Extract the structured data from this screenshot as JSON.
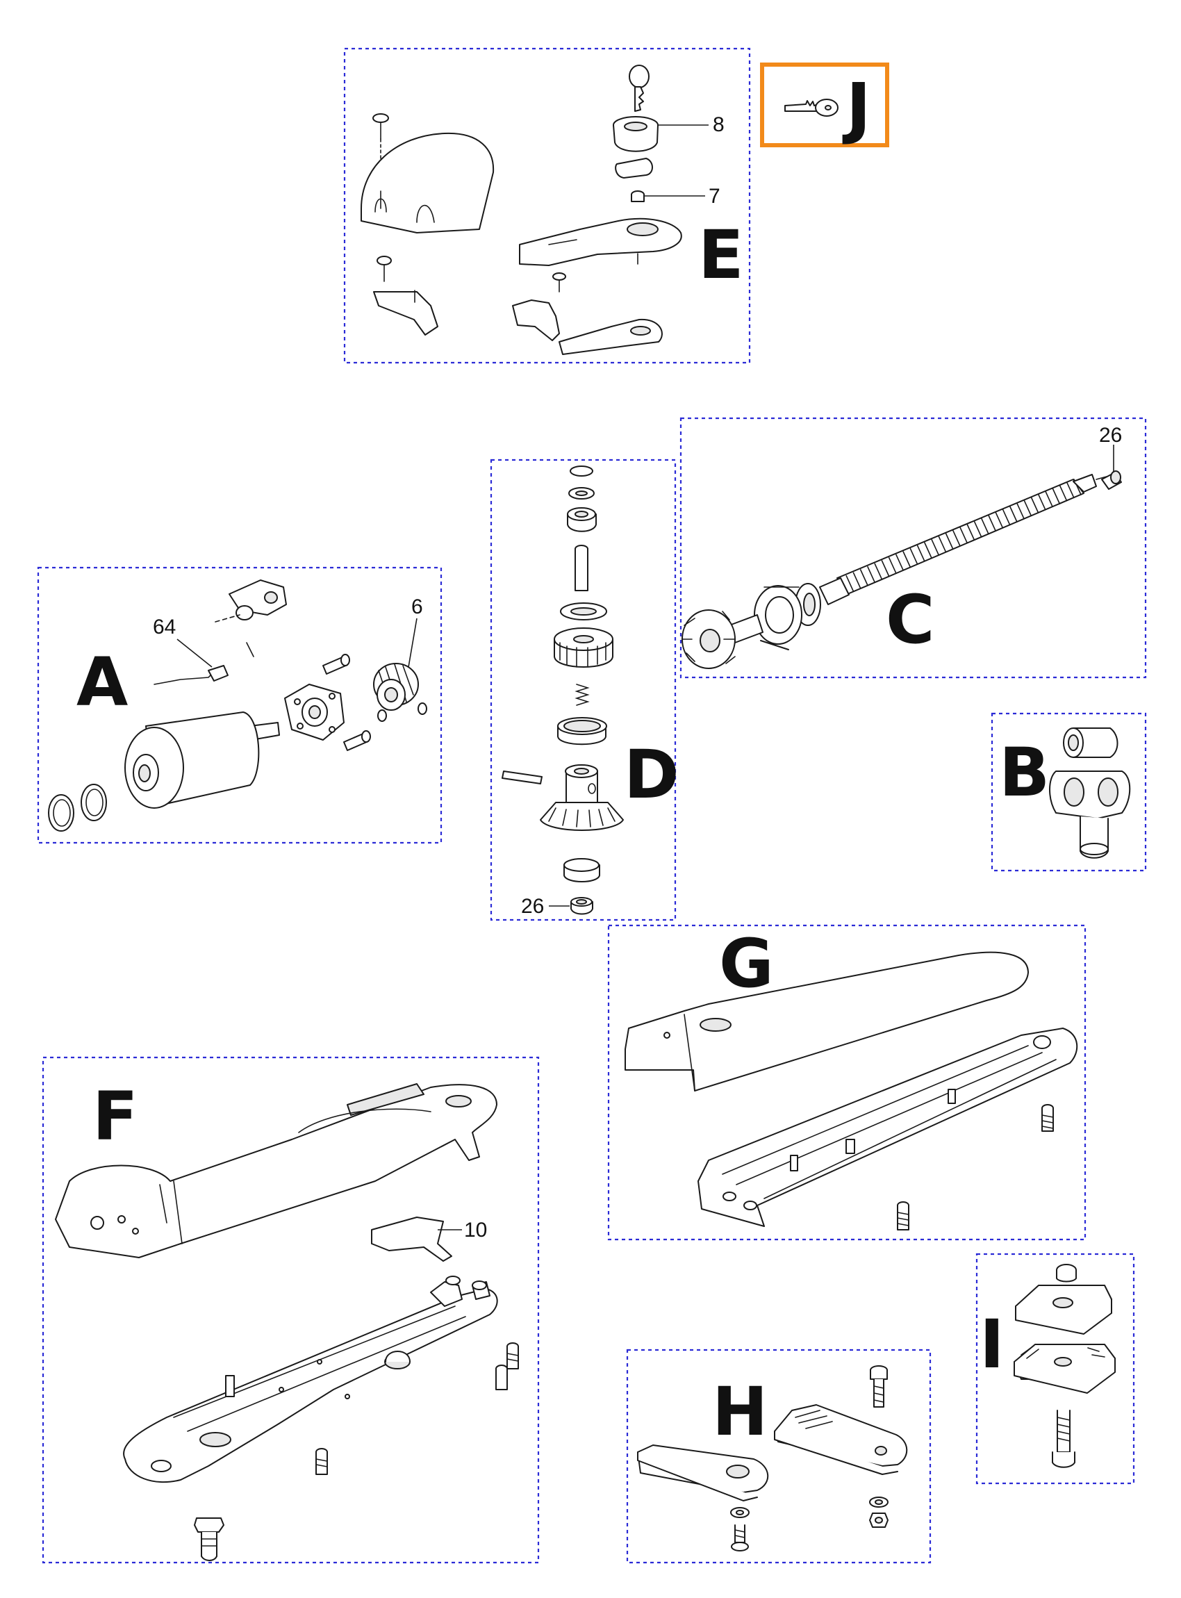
{
  "sections": {
    "A": {
      "letter": "A"
    },
    "B": {
      "letter": "B"
    },
    "C": {
      "letter": "C"
    },
    "D": {
      "letter": "D"
    },
    "E": {
      "letter": "E"
    },
    "F": {
      "letter": "F"
    },
    "G": {
      "letter": "G"
    },
    "H": {
      "letter": "H"
    },
    "I": {
      "letter": "I"
    },
    "J": {
      "letter": "J"
    }
  },
  "callouts": {
    "e_8": "8",
    "e_7": "7",
    "a_64": "64",
    "a_6": "6",
    "c_26": "26",
    "d_26": "26",
    "f_10": "10"
  },
  "colors": {
    "box_border": "#2b2bd6",
    "highlight_border": "#f28a1a",
    "line_art": "#1a1a1a"
  }
}
